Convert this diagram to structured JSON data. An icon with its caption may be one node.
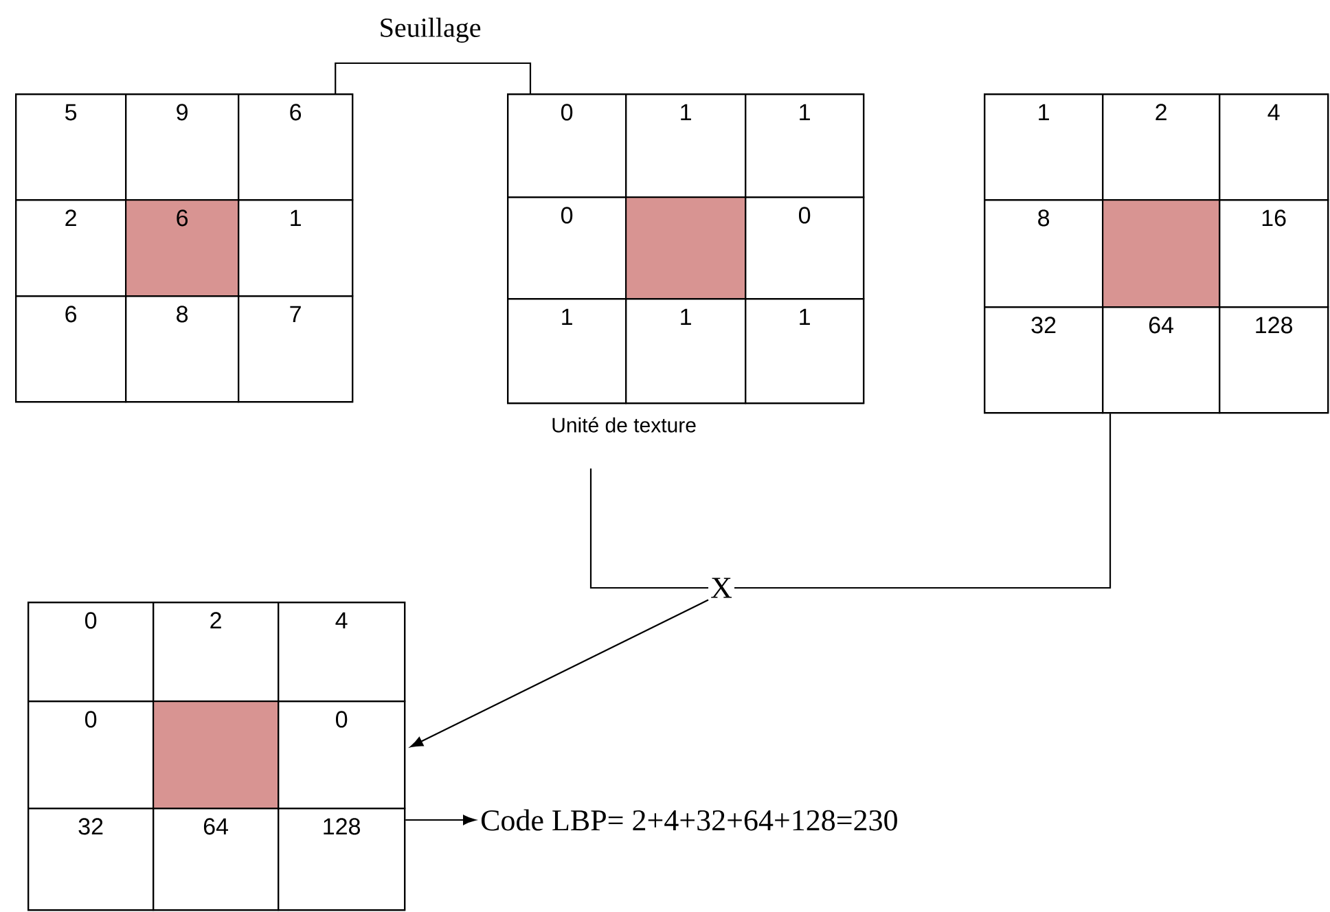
{
  "diagram": {
    "nodes": [
      {
        "text": [],
        "shape": "box"
      },
      {
        "text": [
          "5"
        ],
        "in": 0
      },
      {
        "text": [
          "9"
        ],
        "in": 0
      },
      {
        "text": [
          "6"
        ],
        "in": 0
      },
      {
        "text": [
          "2"
        ],
        "in": 0
      },
      {
        "text": [
          "6"
        ],
        "in": 0
      },
      {
        "text": [
          "1"
        ],
        "in": 0
      },
      {
        "text": [
          "6"
        ],
        "in": 0
      },
      {
        "text": [
          "8"
        ],
        "in": 0
      },
      {
        "text": [
          "7"
        ],
        "in": 0
      },
      {
        "text": [],
        "shape": "box",
        "beside": [
          "Unité de  texture"
        ]
      },
      {
        "text": [
          "0"
        ],
        "in": 10
      },
      {
        "text": [
          "1"
        ],
        "in": 10
      },
      {
        "text": [
          "1"
        ],
        "in": 10
      },
      {
        "text": [
          "0"
        ],
        "in": 10
      },
      {
        "text": [],
        "shape": "box",
        "in": 10
      },
      {
        "text": [
          "0"
        ],
        "in": 10
      },
      {
        "text": [
          "1"
        ],
        "in": 10
      },
      {
        "text": [
          "1"
        ],
        "in": 10
      },
      {
        "text": [
          "1"
        ],
        "in": 10
      },
      {
        "text": [],
        "shape": "box"
      },
      {
        "text": [
          "1"
        ],
        "in": 20
      },
      {
        "text": [
          "2"
        ],
        "in": 20
      },
      {
        "text": [
          "4"
        ],
        "in": 20
      },
      {
        "text": [
          "8"
        ],
        "in": 20
      },
      {
        "text": [],
        "shape": "box",
        "in": 20
      },
      {
        "text": [
          "16"
        ],
        "in": 20
      },
      {
        "text": [
          "32"
        ],
        "in": 20
      },
      {
        "text": [
          "64"
        ],
        "in": 20
      },
      {
        "text": [
          "128"
        ],
        "in": 20
      },
      {
        "text": [
          "X"
        ]
      },
      {
        "text": [],
        "shape": "box"
      },
      {
        "text": [
          "0"
        ],
        "in": 31
      },
      {
        "text": [
          "2"
        ],
        "in": 31
      },
      {
        "text": [
          "4"
        ],
        "in": 31
      },
      {
        "text": [
          "0"
        ],
        "in": 31
      },
      {
        "text": [],
        "shape": "box",
        "in": 31
      },
      {
        "text": [
          "0"
        ],
        "in": 31
      },
      {
        "text": [
          "32"
        ],
        "in": 31
      },
      {
        "text": [
          "64"
        ],
        "in": 31
      },
      {
        "text": [
          "128"
        ],
        "in": 31
      },
      {
        "text": [
          "Code LBP= 2+4+32+64+128=230"
        ]
      }
    ],
    "edges": [
      {
        "from": 0,
        "to": 10,
        "arrow": "none",
        "label": "Seuillage"
      },
      {
        "from": 10,
        "to": 30,
        "arrow": "none"
      },
      {
        "from": 20,
        "to": 30,
        "arrow": "none"
      },
      {
        "from": 30,
        "to": 31,
        "arrow": "to"
      },
      {
        "from": 31,
        "to": 41,
        "arrow": "to"
      }
    ]
  }
}
